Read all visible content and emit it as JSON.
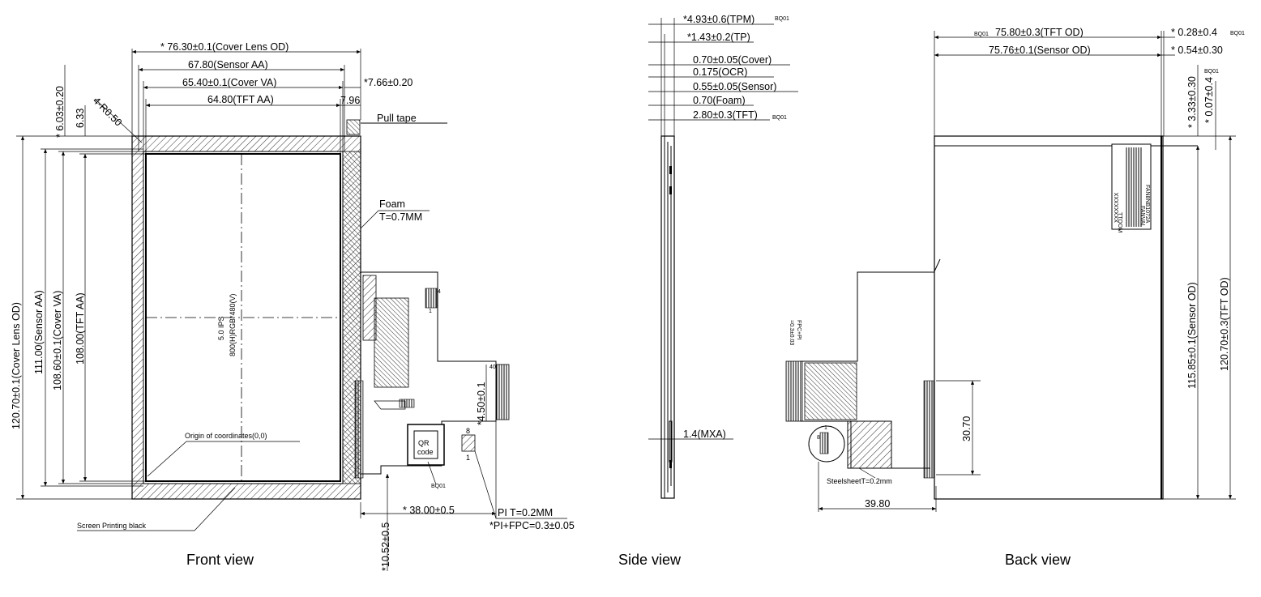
{
  "views": {
    "front": "Front view",
    "side": "Side view",
    "back": "Back view"
  },
  "front": {
    "cover_lens_od_w": "* 76.30±0.1(Cover Lens OD)",
    "sensor_aa_w": "67.80(Sensor AA)",
    "cover_va_w": "65.40±0.1(Cover VA)",
    "tft_aa_w": "64.80(TFT AA)",
    "right_offset": "*7.66±0.20",
    "small_796": "7.96",
    "pull_tape": "Pull tape",
    "top_offset": "* 6.03±0.20",
    "top_633": "6.33",
    "radius": "4-R0.50",
    "cover_lens_od_h": "120.70±0.1(Cover Lens OD)",
    "sensor_aa_h": "111.00(Sensor AA)",
    "cover_va_h": "108.60±0.1(Cover VA)",
    "tft_aa_h": "108.00(TFT AA)",
    "foam": "Foam",
    "foam_t": "T=0.7MM",
    "panel_line1": "5.0 IPS",
    "panel_line2": "800(H)RGB*480(V)",
    "origin": "Origin of coordinates(0,0)",
    "screen_print": "Screen Printing black",
    "fpc_pin1": "1",
    "fpc_pin4": "4",
    "fpc_pin40": "40",
    "fpc_h": "*4.50±0.1",
    "qr": "QR",
    "qr2": "code",
    "bq": "BQ01",
    "pin8": "8",
    "pin1b": "1",
    "fpc_w": "* 38.00±0.5",
    "fpc_bottom": "*10.52±0.5",
    "pi_t": "PI T=0.2MM",
    "pi_fpc": "*PI+FPC=0.3±0.05"
  },
  "side": {
    "tpm": "*4.93±0.6(TPM)",
    "tp": "*1.43±0.2(TP)",
    "cover": "0.70±0.05(Cover)",
    "ocr": "0.175(OCR)",
    "sensor": "0.55±0.05(Sensor)",
    "foam": "0.70(Foam)",
    "tft": "2.80±0.3(TFT)",
    "mxa": "1.4(MXA)",
    "bq": "BQ01"
  },
  "back": {
    "tft_od_w": "75.80±0.3(TFT OD)",
    "sensor_od_w": "75.76±0.1(Sensor OD)",
    "r028": "* 0.28±0.4",
    "r054": "* 0.54±0.30",
    "v333": "* 3.33±0.30",
    "v007": "* 0.07±0.4",
    "sensor_od_h": "115.85±0.1(Sensor OD)",
    "tft_od_h": "120.70±0.3(TFT OD)",
    "label_code": "FAN8NB1072A",
    "label_brand": "FANVAL",
    "label_lot": "XXXXXXXX",
    "label_date": "TTOOM",
    "fpc_pi": "FPC+PI",
    "fpc_pi_t": "=0.3±0.03",
    "pin1": "1",
    "pin8": "8",
    "h3070": "30.70",
    "w3980": "39.80",
    "steel": "SteelsheetT=0.2mm",
    "bq": "BQ01"
  }
}
